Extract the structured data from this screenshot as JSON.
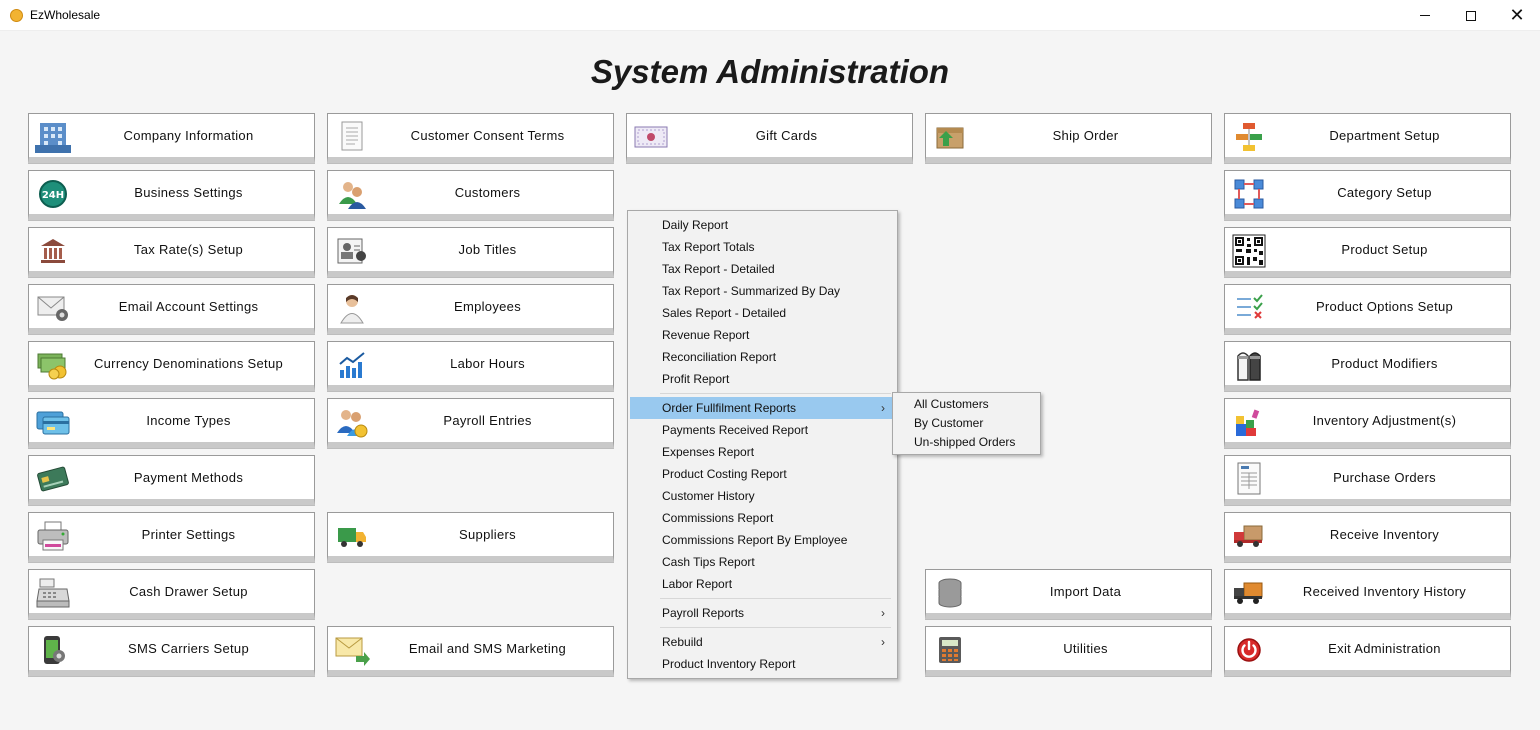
{
  "window": {
    "title": "EzWholesale"
  },
  "page": {
    "title": "System Administration"
  },
  "tiles": {
    "company_information": {
      "label": "Company Information",
      "icon": "building-icon"
    },
    "business_settings": {
      "label": "Business Settings",
      "icon": "24h-icon"
    },
    "tax_rate_setup": {
      "label": "Tax Rate(s) Setup",
      "icon": "bank-icon"
    },
    "email_account_settings": {
      "label": "Email Account Settings",
      "icon": "envelope-gear-icon"
    },
    "currency_denominations_setup": {
      "label": "Currency Denominations Setup",
      "icon": "money-icon"
    },
    "income_types": {
      "label": "Income Types",
      "icon": "cards-icon"
    },
    "payment_methods": {
      "label": "Payment Methods",
      "icon": "credit-card-icon"
    },
    "printer_settings": {
      "label": "Printer Settings",
      "icon": "printer-icon"
    },
    "cash_drawer_setup": {
      "label": "Cash Drawer Setup",
      "icon": "cash-register-icon"
    },
    "sms_carriers_setup": {
      "label": "SMS Carriers Setup",
      "icon": "phone-gear-icon"
    },
    "customer_consent_terms": {
      "label": "Customer Consent Terms",
      "icon": "document-icon"
    },
    "customers": {
      "label": "Customers",
      "icon": "customers-icon"
    },
    "job_titles": {
      "label": "Job Titles",
      "icon": "id-card-icon"
    },
    "employees": {
      "label": "Employees",
      "icon": "employee-icon"
    },
    "labor_hours": {
      "label": "Labor Hours",
      "icon": "bar-chart-icon"
    },
    "payroll_entries": {
      "label": "Payroll Entries",
      "icon": "payroll-icon"
    },
    "suppliers": {
      "label": "Suppliers",
      "icon": "truck-icon"
    },
    "email_sms_marketing": {
      "label": "Email and SMS Marketing",
      "icon": "mail-forward-icon"
    },
    "gift_cards": {
      "label": "Gift Cards",
      "icon": "gift-card-icon"
    },
    "ship_order": {
      "label": "Ship Order",
      "icon": "package-icon"
    },
    "import_data": {
      "label": "Import Data",
      "icon": "database-icon"
    },
    "utilities": {
      "label": "Utilities",
      "icon": "calculator-icon"
    },
    "department_setup": {
      "label": "Department Setup",
      "icon": "hierarchy-icon"
    },
    "category_setup": {
      "label": "Category Setup",
      "icon": "category-diagram-icon"
    },
    "product_setup": {
      "label": "Product Setup",
      "icon": "qr-code-icon"
    },
    "product_options_setup": {
      "label": "Product Options Setup",
      "icon": "checklist-icon"
    },
    "product_modifiers": {
      "label": "Product Modifiers",
      "icon": "salt-pepper-icon"
    },
    "inventory_adjustments": {
      "label": "Inventory Adjustment(s)",
      "icon": "blocks-icon"
    },
    "purchase_orders": {
      "label": "Purchase Orders",
      "icon": "invoice-icon"
    },
    "receive_inventory": {
      "label": "Receive Inventory",
      "icon": "red-truck-icon"
    },
    "received_inventory_history": {
      "label": "Received Inventory History",
      "icon": "delivery-truck-icon"
    },
    "exit_administration": {
      "label": "Exit Administration",
      "icon": "power-icon"
    }
  },
  "reports_menu": {
    "items": [
      {
        "label": "Daily Report"
      },
      {
        "label": "Tax Report Totals"
      },
      {
        "label": "Tax Report - Detailed"
      },
      {
        "label": "Tax Report - Summarized By Day"
      },
      {
        "label": "Sales Report - Detailed"
      },
      {
        "label": "Revenue Report"
      },
      {
        "label": "Reconciliation Report"
      },
      {
        "label": "Profit Report"
      },
      {
        "label": "Order Fullfilment Reports",
        "submenu": true,
        "active": true
      },
      {
        "label": "Payments Received Report"
      },
      {
        "label": "Expenses Report"
      },
      {
        "label": "Product Costing Report"
      },
      {
        "label": "Customer History"
      },
      {
        "label": "Commissions Report"
      },
      {
        "label": "Commissions Report By Employee"
      },
      {
        "label": "Cash Tips Report"
      },
      {
        "label": "Labor Report"
      },
      {
        "label": "Payroll Reports",
        "submenu": true
      },
      {
        "label": "Rebuild",
        "submenu": true
      },
      {
        "label": "Product Inventory Report"
      }
    ],
    "submenu_arrow": "›"
  },
  "order_fulfilment_submenu": {
    "items": [
      {
        "label": "All Customers"
      },
      {
        "label": "By Customer"
      },
      {
        "label": "Un-shipped Orders"
      }
    ]
  },
  "colors": {
    "menu_highlight": "#99c9ef",
    "tile_bg": "#ffffff",
    "background": "#f5f5f5"
  }
}
